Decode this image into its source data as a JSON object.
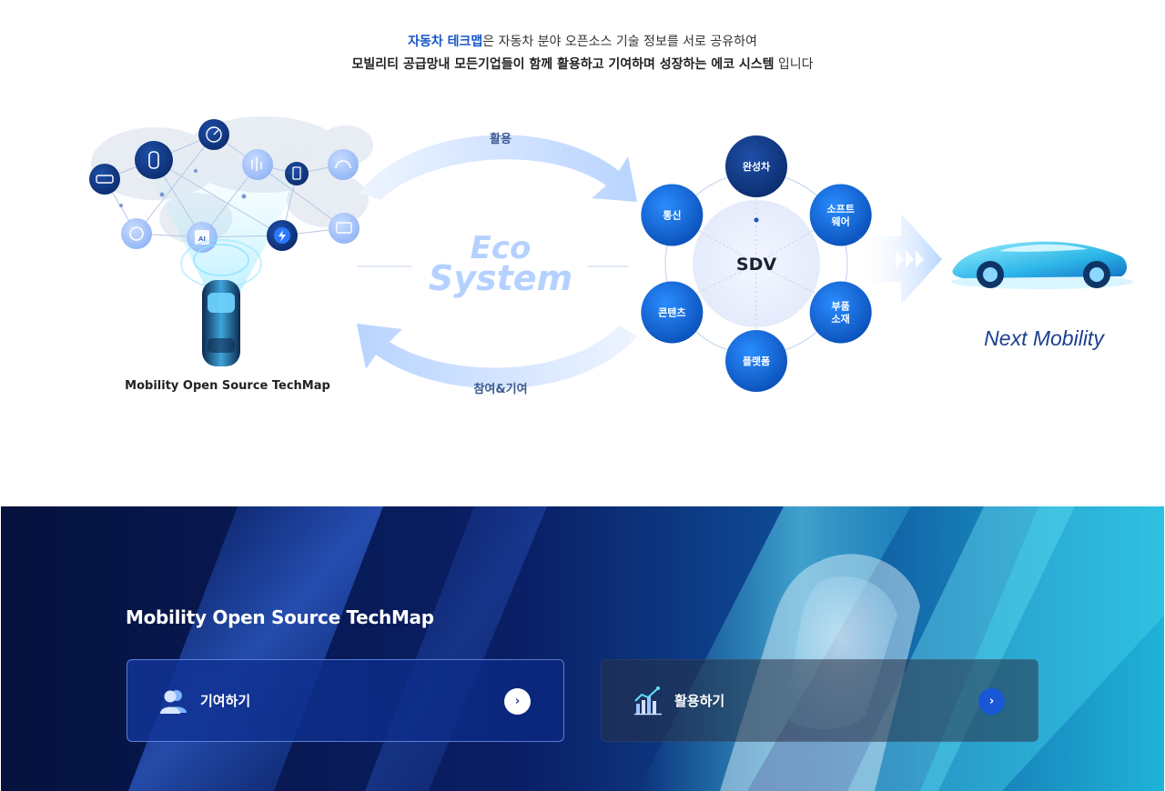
{
  "intro": {
    "line1_highlight": "자동차 테크맵",
    "line1_rest": "은 자동차 분야 오픈소스 기술 정보를 서로 공유하여",
    "line2_bold": "모빌리티 공급망내 모든기업들이 함께 활용하고 기여하며 성장하는 에코 시스템",
    "line2_rest": " 입니다"
  },
  "diagram": {
    "network_label": "Mobility Open Source TechMap",
    "arrow_top_label": "활용",
    "arrow_bottom_label": "참여&기여",
    "eco_line1": "Eco",
    "eco_line2": "System",
    "hub_center": "SDV",
    "hub_nodes": [
      "완성차",
      "소프트\n웨어",
      "부품\n소재",
      "플랫폼",
      "콘텐츠",
      "통신"
    ],
    "next_label": "Next Mobility",
    "chip_text": "AI"
  },
  "banner": {
    "title": "Mobility Open Source TechMap",
    "cards": [
      {
        "label": "기여하기",
        "icon": "users-icon",
        "arrow": "›"
      },
      {
        "label": "활용하기",
        "icon": "chart-icon",
        "arrow": "›"
      }
    ]
  },
  "colors": {
    "accent": "#1656c7",
    "hub_node": "#0a5fd0",
    "hub_node_dark": "#0d3c92",
    "banner_dark": "#041546",
    "banner_cyan": "#3fd6ef"
  }
}
